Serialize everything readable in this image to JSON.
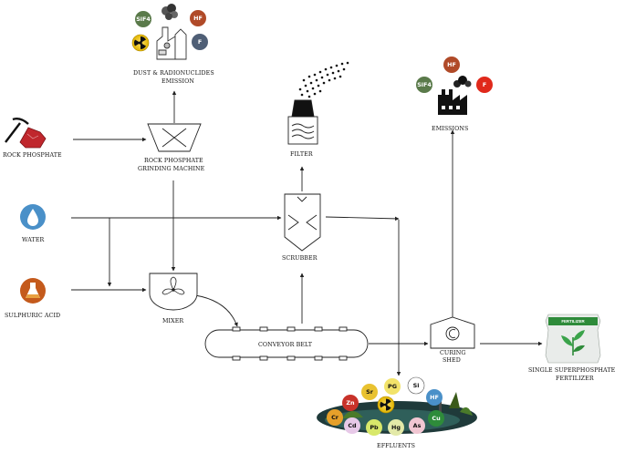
{
  "labels": {
    "rock_phosphate": "ROCK PHOSPHATE",
    "water": "WATER",
    "sulphuric_acid": "SULPHURIC ACID",
    "dust_line1": "DUST & RADIONUCLIDES",
    "dust_line2": "EMISSION",
    "grinder_line1": "ROCK PHOSPHATE",
    "grinder_line2": "GRINDING MACHINE",
    "mixer": "MIXER",
    "filter": "FILTER",
    "scrubber": "SCRUBBER",
    "conveyor": "CONVEYOR BELT",
    "curing_line1": "CURING",
    "curing_line2": "SHED",
    "emissions": "EMISSIONS",
    "product_line1": "SINGLE SUPERPHOSPHATE",
    "product_line2": "FERTILIZER",
    "effluents": "EFFLUENTS",
    "bag_text": "FERTILIZER"
  },
  "dust_chips": [
    "SiF4",
    "HF",
    "F"
  ],
  "emission_chips": [
    "HF",
    "SiF4",
    "F"
  ],
  "effluent_chips": [
    "Sr",
    "PG",
    "Si",
    "Zn",
    "HF",
    "Cr",
    "Cu",
    "Cd",
    "Pb",
    "Hg",
    "As"
  ],
  "colors": {
    "line": "#222222",
    "water": "#4a90c8",
    "acid": "#c45a1c",
    "rock": "#c0272d",
    "hf": "#b04a28",
    "sif4": "#5a7a4a",
    "f": "#4f5f76",
    "f_red": "#e0291b",
    "bag_green": "#2e8b3a"
  },
  "icons": [
    "pickaxe-rock-icon",
    "water-drop-icon",
    "acid-flask-icon",
    "factory-icon",
    "radiation-icon",
    "fertilizer-bag-icon",
    "polluted-pond-icon"
  ]
}
